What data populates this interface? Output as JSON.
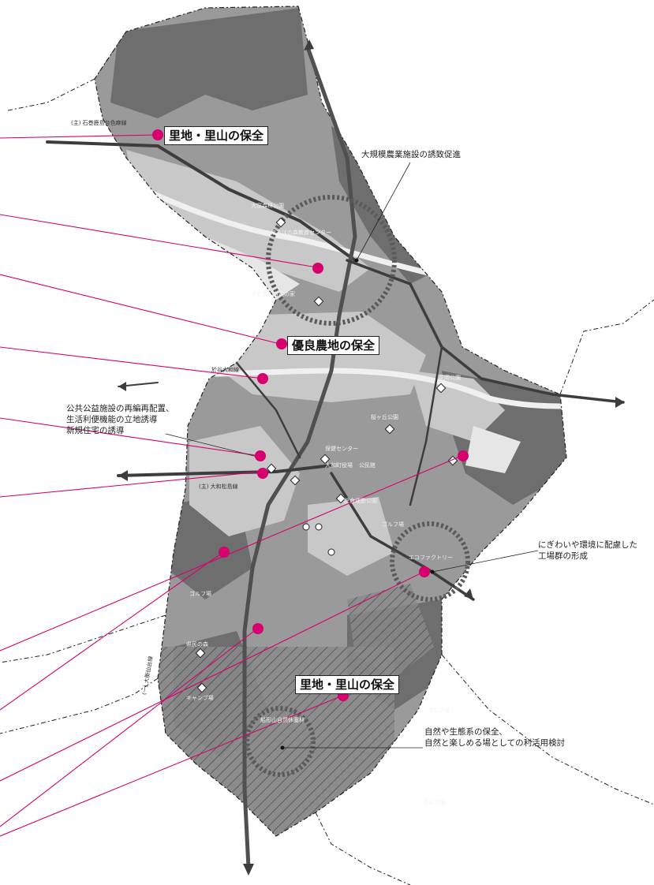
{
  "colors": {
    "marker": "#d6006f",
    "terrain_dark": "#6e6e6e",
    "terrain_mid": "#9a9a9a",
    "terrain_light": "#c4c4c4",
    "terrain_pale": "#e2e2e2",
    "road": "#4a4a4a",
    "boundary": "#222222"
  },
  "zone_labels": {
    "satoyama_north": "里地・里山の保全",
    "farmland": "優良農地の保全",
    "satoyama_south": "里地・里山の保全"
  },
  "notes": {
    "agri_facility": "大規模農業施設の誘致促進",
    "public_facility": [
      "公共公益施設の再編再配置、",
      "生活利便機能の立地誘導",
      "新規住宅の誘導"
    ],
    "industrial": [
      "にぎわいや環境に配慮した",
      "工場群の形成"
    ],
    "nature": [
      "自然や生態系の保全、",
      "自然と楽しめる場としての利活用検討"
    ]
  },
  "roads": {
    "ishinomaki": "(主) 石巻鹿島台色麻線",
    "ohira": "(主) 大和松島線",
    "shiwa": "於谷大和線",
    "osaki": "(一) 大衡仙台線"
  },
  "places": {
    "park_north": "大窪森林公園",
    "edu_center": "まほろばの森教育センター",
    "nature_school": "すくすく自然の家",
    "hanaoka_park": "花岡公園",
    "momo_park": "桜ヶ丘公園",
    "health_center": "保健センター",
    "town_office": "大和町役場",
    "town_hall": "公民館",
    "sports_park": "総合運動公園",
    "golf1": "ゴルフ場",
    "golf2": "ゴルフ場",
    "golf3": "ゴルフ場",
    "golf4": "ゴルフ場",
    "eco_factory": "エコファクトリー",
    "prefectural_forest": "県民の森",
    "camp": "キャンプ場",
    "nature_reserve": "船形山自然休養林"
  }
}
